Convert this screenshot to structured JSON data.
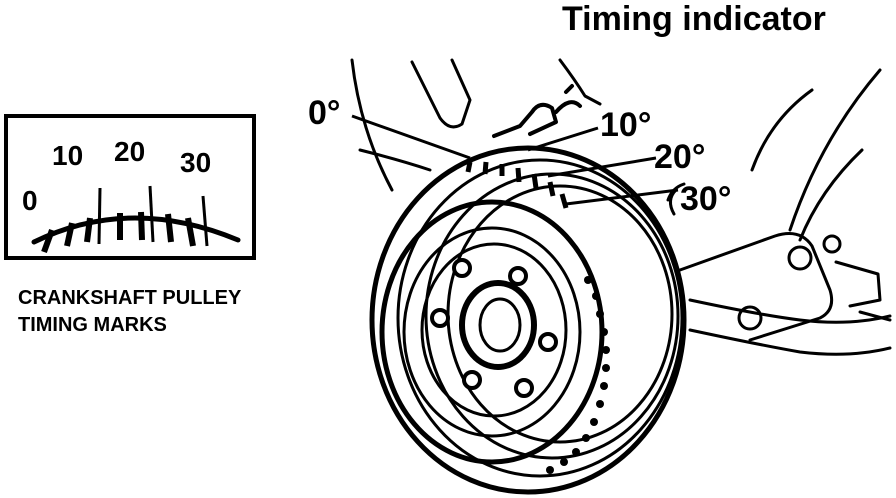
{
  "title": "Timing indicator",
  "inset": {
    "scale_labels": [
      "0",
      "10",
      "20",
      "30"
    ],
    "caption_line1": "CRANKSHAFT PULLEY",
    "caption_line2": "TIMING MARKS"
  },
  "pointer_labels": [
    "0°",
    "10°",
    "20°",
    "30°"
  ],
  "colors": {
    "ink": "#000000",
    "paper": "#ffffff"
  }
}
